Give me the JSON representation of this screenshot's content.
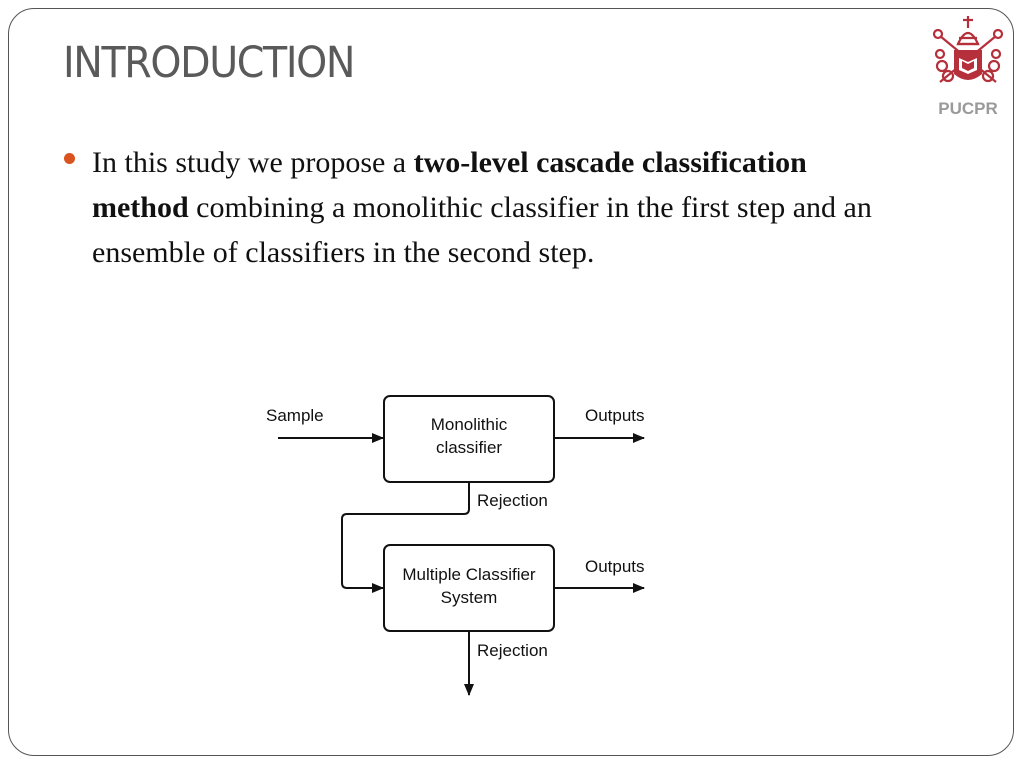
{
  "slide": {
    "title": "INTRODUCTION",
    "logo_text": "PUCPR",
    "bullet": {
      "part1": "In this study we propose a ",
      "bold": "two-level cascade classification method",
      "part2": " combining a monolithic classifier in the first step and an ensemble of classifiers in the second step."
    },
    "accent_color": "#d9531e",
    "logo_color": "#b5303a"
  },
  "diagram": {
    "input_label": "Sample",
    "box1": {
      "line1": "Monolithic",
      "line2": "classifier"
    },
    "box2": {
      "line1": "Multiple Classifier",
      "line2": "System"
    },
    "output1": "Outputs",
    "output2": "Outputs",
    "rejection1": "Rejection",
    "rejection2": "Rejection"
  }
}
